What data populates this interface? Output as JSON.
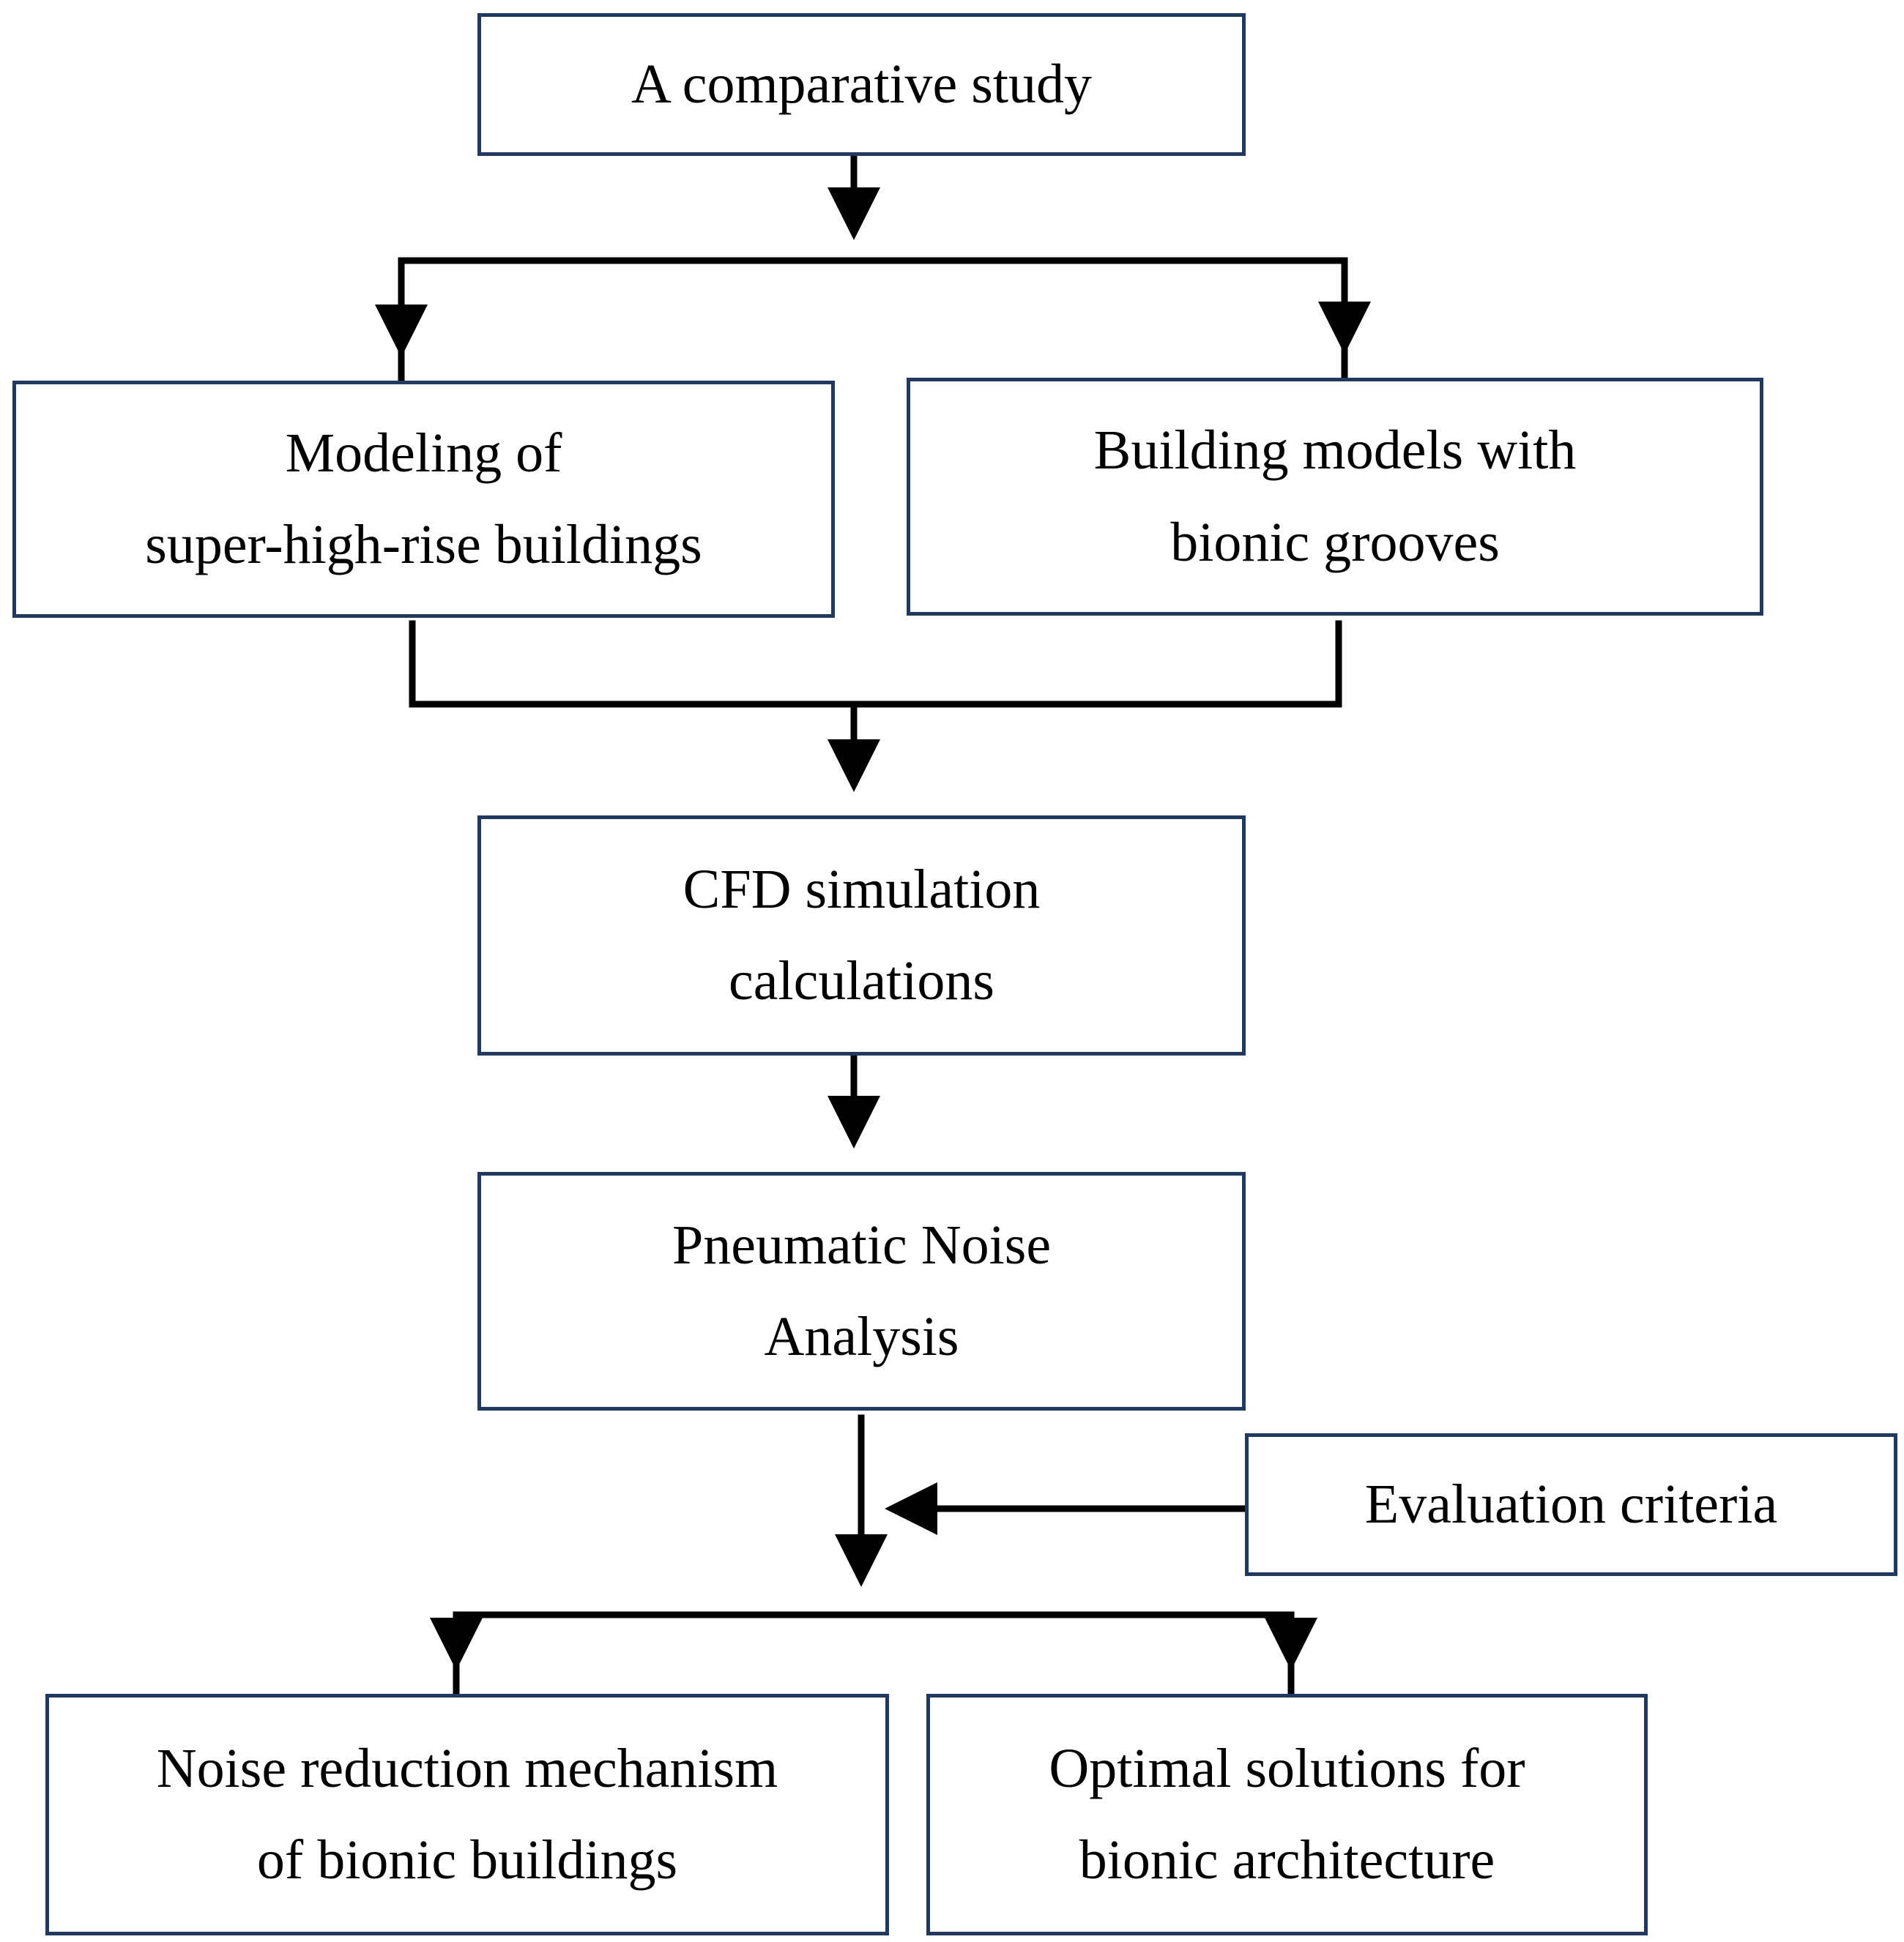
{
  "nodes": {
    "top": {
      "lines": [
        "A comparative study"
      ]
    },
    "modeling": {
      "lines": [
        "Modeling of",
        "super-high-rise buildings"
      ]
    },
    "bionic_models": {
      "lines": [
        "Building models with",
        "bionic grooves"
      ]
    },
    "cfd": {
      "lines": [
        "CFD simulation",
        "calculations"
      ]
    },
    "noise_analysis": {
      "lines": [
        "Pneumatic Noise",
        "Analysis"
      ]
    },
    "evaluation": {
      "lines": [
        "Evaluation criteria"
      ]
    },
    "mechanism": {
      "lines": [
        "Noise reduction mechanism",
        "of bionic buildings"
      ]
    },
    "optimal": {
      "lines": [
        "Optimal solutions for",
        "bionic architecture"
      ]
    }
  },
  "edges": [
    {
      "from": "top",
      "to": "modeling"
    },
    {
      "from": "top",
      "to": "bionic_models"
    },
    {
      "from": "modeling",
      "to": "cfd"
    },
    {
      "from": "bionic_models",
      "to": "cfd"
    },
    {
      "from": "cfd",
      "to": "noise_analysis"
    },
    {
      "from": "evaluation",
      "to": "noise_analysis"
    },
    {
      "from": "noise_analysis",
      "to": "mechanism"
    },
    {
      "from": "noise_analysis",
      "to": "optimal"
    }
  ],
  "colors": {
    "box_border": "#1f3864",
    "connector": "#000000",
    "text": "#000000",
    "background": "#ffffff"
  }
}
